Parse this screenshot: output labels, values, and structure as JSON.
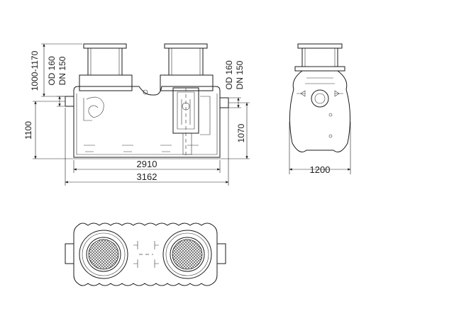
{
  "dimensions": {
    "side_top_height": "1000-1170",
    "side_left_pipe_od": "OD 160",
    "side_left_pipe_dn": "DN 150",
    "side_right_pipe_od": "OD 160",
    "side_right_pipe_dn": "DN 150",
    "side_total_height": "1100",
    "side_outlet_height": "1070",
    "side_inner_length": "2910",
    "side_total_length": "3162",
    "end_width": "1200"
  }
}
